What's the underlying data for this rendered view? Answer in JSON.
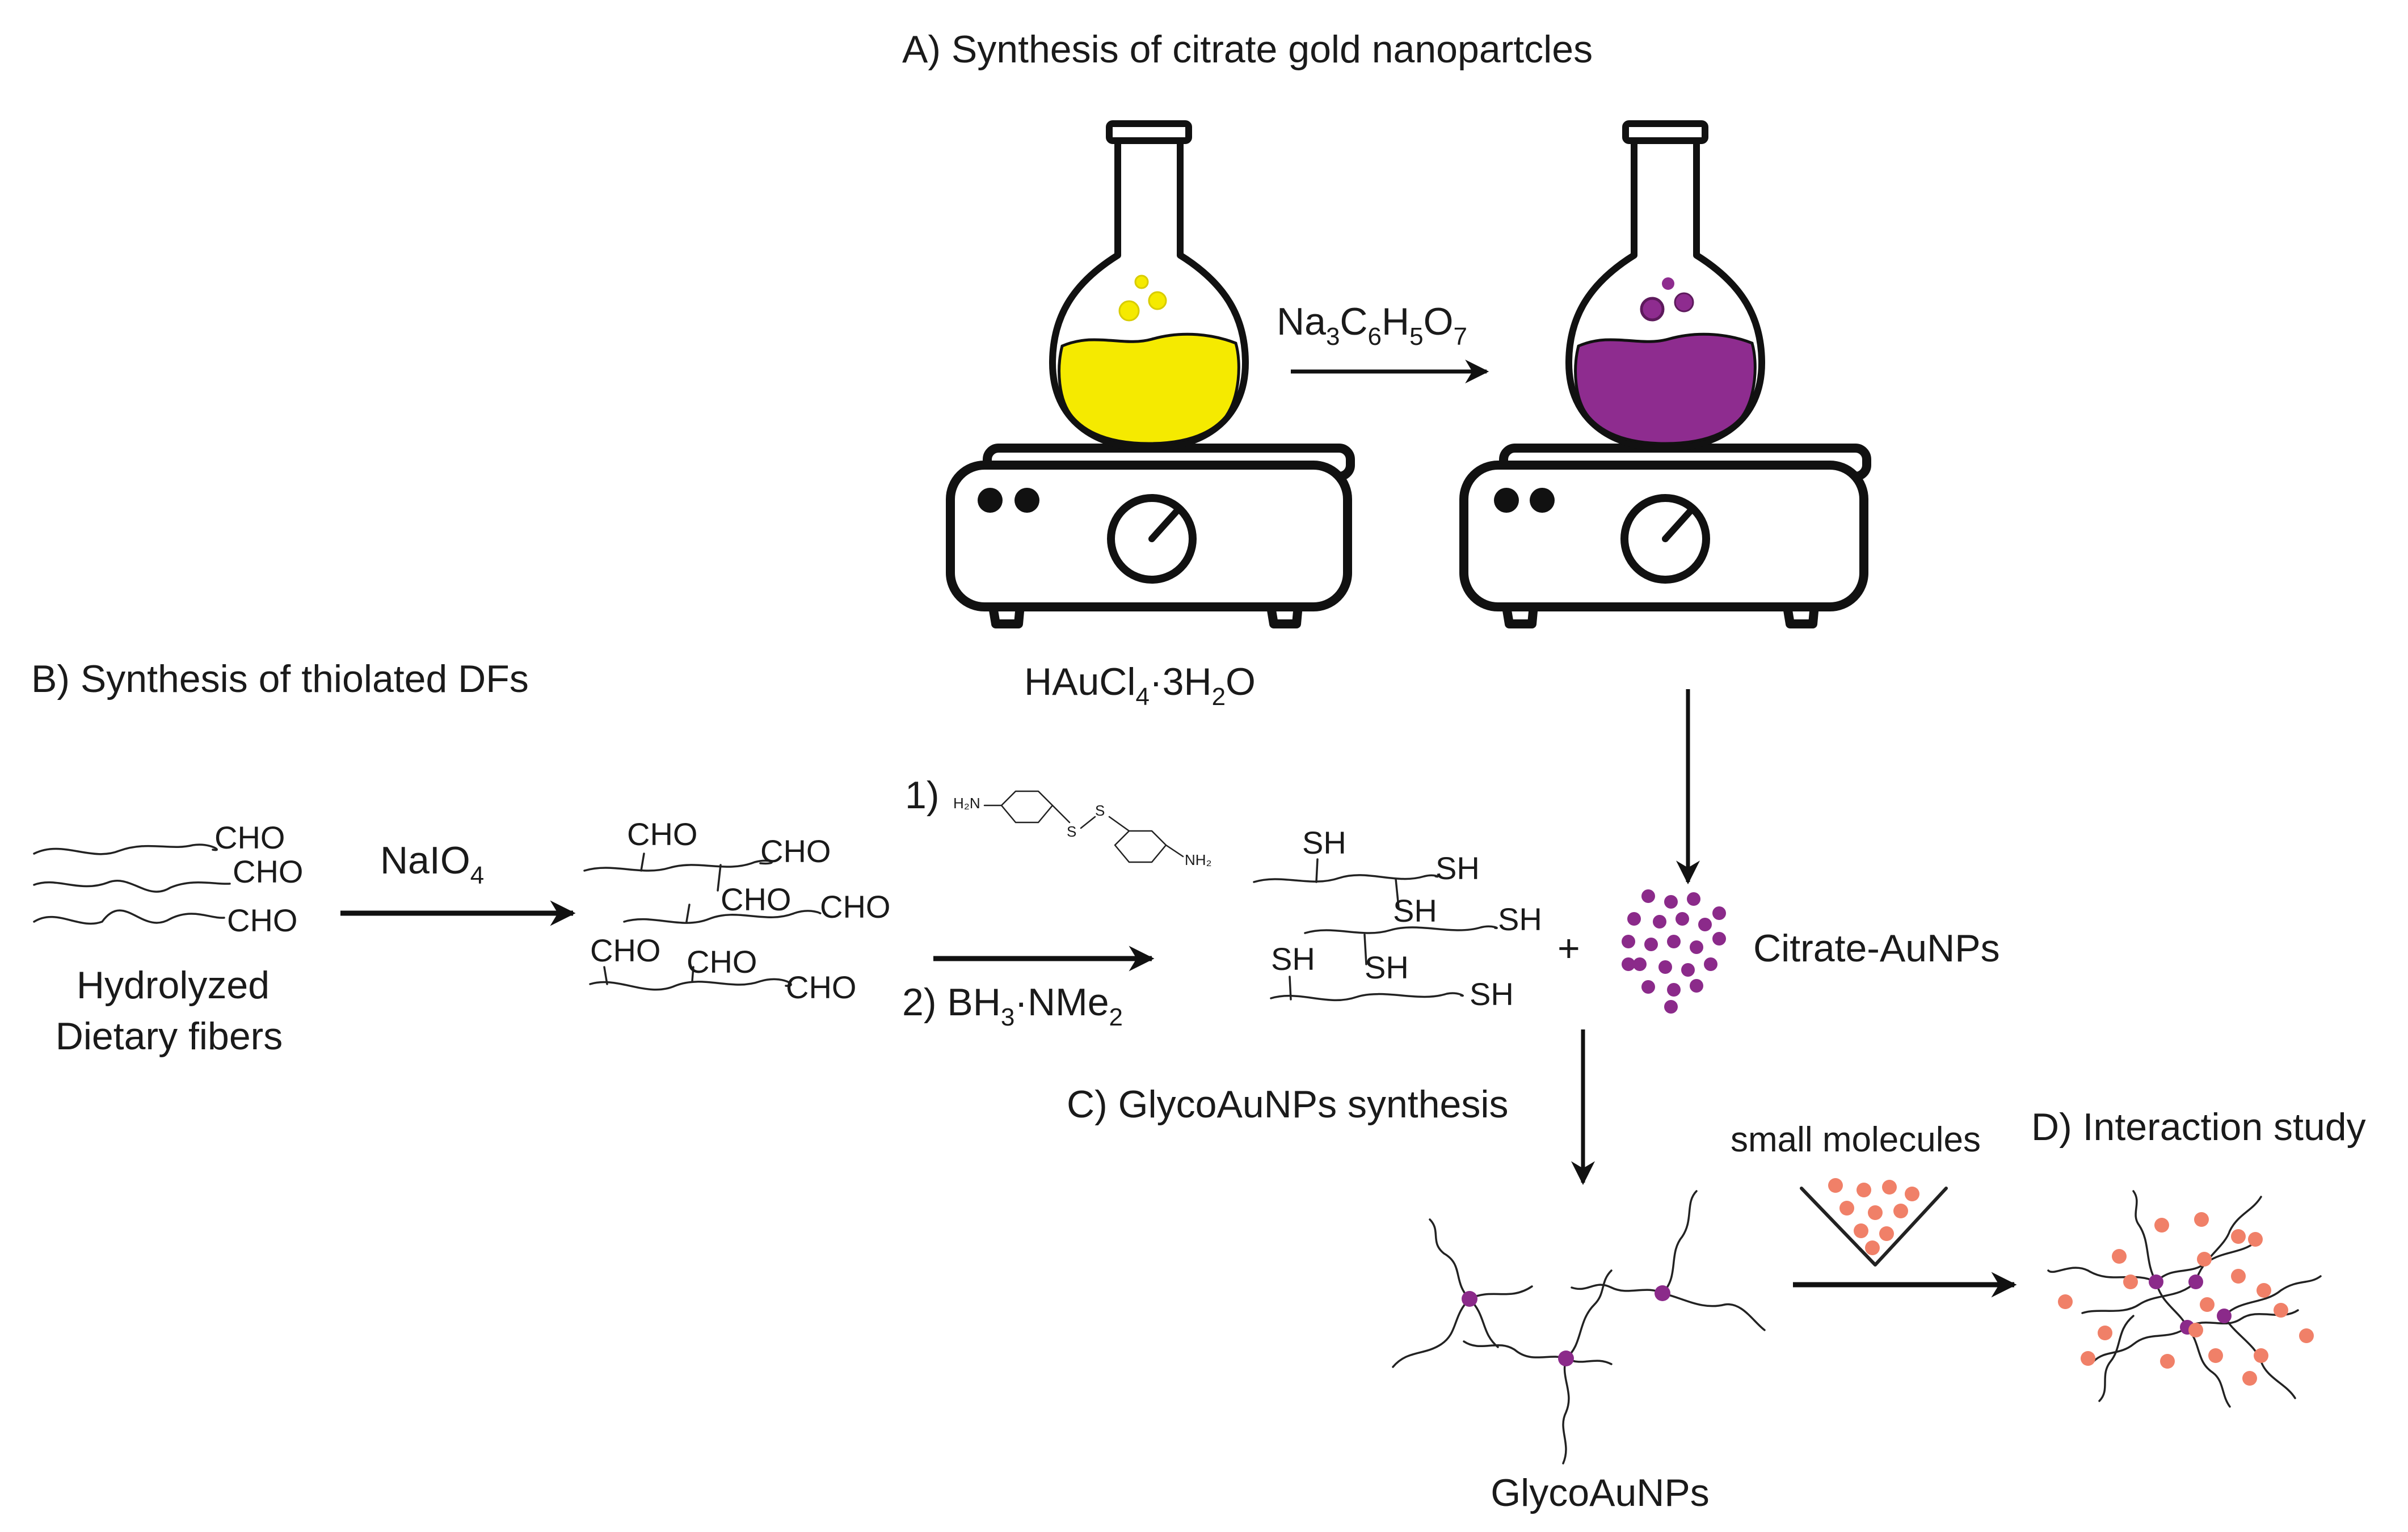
{
  "sections": {
    "a_title": "A) Synthesis of citrate gold nanopartcles",
    "b_title": "B) Synthesis of thiolated DFs",
    "c_title": "C) GlycoAuNPs synthesis",
    "d_title": "D) Interaction study"
  },
  "reagents": {
    "citrate": {
      "main": "Na",
      "s1": "3",
      "m2": "C",
      "s2": "6",
      "m3": "H",
      "s3": "5",
      "m4": "O",
      "s4": "7"
    },
    "haucl4": {
      "main": "HAuCl",
      "s1": "4",
      "m2": "·3H",
      "s2": "2",
      "m3": "O"
    },
    "naio4": {
      "main": "NaIO",
      "s1": "4"
    },
    "step1": "1)",
    "step2": {
      "main": "2) BH",
      "s1": "3",
      "m2": "·NMe",
      "s2": "2"
    },
    "dithio_h2n": "H₂N",
    "dithio_nh2": "NH₂",
    "dithio_s": "S"
  },
  "labels": {
    "hydrolyzed_1": "Hydrolyzed",
    "hydrolyzed_2": "Dietary fibers",
    "citrate_aunps": "Citrate-AuNPs",
    "plus": "+",
    "small_molecules": "small molecules",
    "glycoaunps": "GlycoAuNPs",
    "cho": "CHO",
    "sh": "SH"
  },
  "colors": {
    "gold_solution": "#f5ea00",
    "purple_solution": "#8e2c8f",
    "nanoparticle": "#8b2a8a",
    "small_molecule": "#f08068",
    "line": "#111111"
  }
}
